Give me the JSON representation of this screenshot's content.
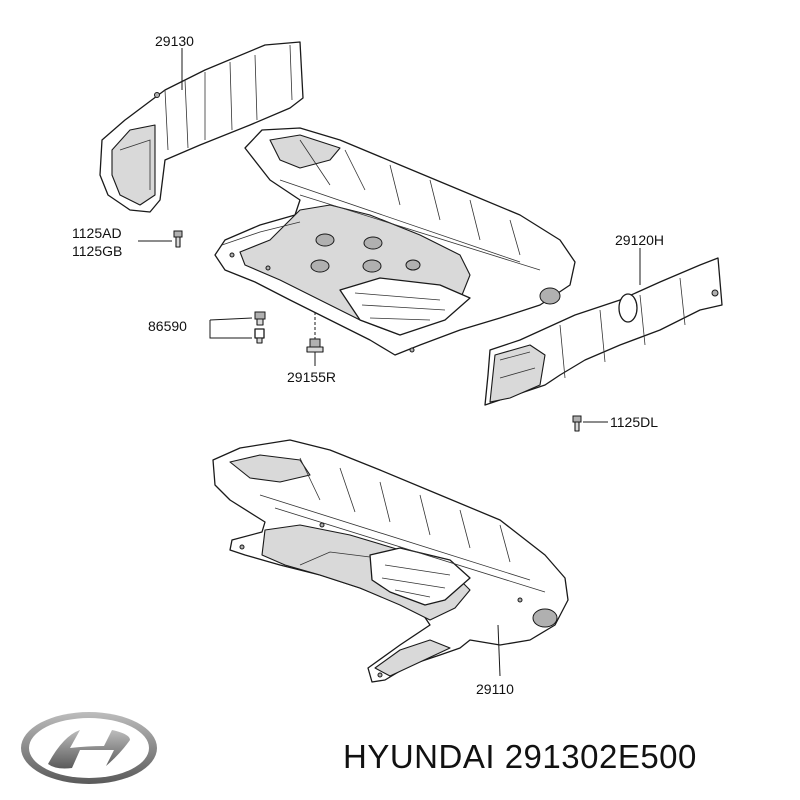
{
  "labels": {
    "p29130": "29130",
    "p1125AD": "1125AD",
    "p1125GB": "1125GB",
    "p29120H": "29120H",
    "p86590": "86590",
    "p29155R": "29155R",
    "p1125DL": "1125DL",
    "p29110": "29110"
  },
  "footer": {
    "brand": "HYUNDAI",
    "part_number": "291302E500",
    "logo_icon": "hyundai-logo-icon"
  }
}
